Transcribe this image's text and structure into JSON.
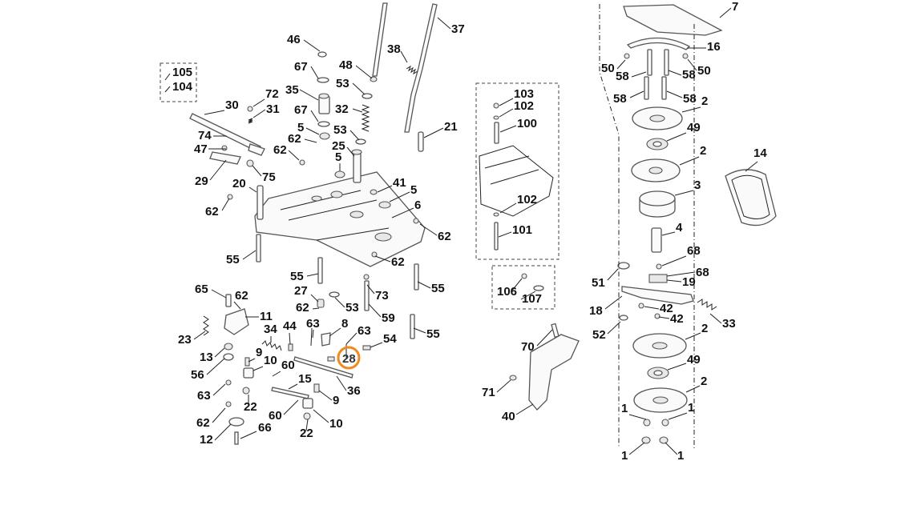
{
  "callouts": [
    {
      "id": "c105",
      "text": "105"
    },
    {
      "id": "c104",
      "text": "104"
    },
    {
      "id": "c30",
      "text": "30"
    },
    {
      "id": "c74",
      "text": "74"
    },
    {
      "id": "c47",
      "text": "47"
    },
    {
      "id": "c29",
      "text": "29"
    },
    {
      "id": "c46",
      "text": "46"
    },
    {
      "id": "c67a",
      "text": "67"
    },
    {
      "id": "c35",
      "text": "35"
    },
    {
      "id": "c72",
      "text": "72"
    },
    {
      "id": "c31",
      "text": "31"
    },
    {
      "id": "c67b",
      "text": "67"
    },
    {
      "id": "c5a",
      "text": "5"
    },
    {
      "id": "c62a",
      "text": "62"
    },
    {
      "id": "c62b",
      "text": "62"
    },
    {
      "id": "c75",
      "text": "75"
    },
    {
      "id": "c25",
      "text": "25"
    },
    {
      "id": "c5b",
      "text": "5"
    },
    {
      "id": "c48",
      "text": "48"
    },
    {
      "id": "c53a",
      "text": "53"
    },
    {
      "id": "c32",
      "text": "32"
    },
    {
      "id": "c53b",
      "text": "53"
    },
    {
      "id": "c38",
      "text": "38"
    },
    {
      "id": "c37",
      "text": "37"
    },
    {
      "id": "c21",
      "text": "21"
    },
    {
      "id": "c20",
      "text": "20"
    },
    {
      "id": "c62c",
      "text": "62"
    },
    {
      "id": "c41",
      "text": "41"
    },
    {
      "id": "c5c",
      "text": "5"
    },
    {
      "id": "c6",
      "text": "6"
    },
    {
      "id": "c62d",
      "text": "62"
    },
    {
      "id": "c55a",
      "text": "55"
    },
    {
      "id": "c62e",
      "text": "62"
    },
    {
      "id": "c55b",
      "text": "55"
    },
    {
      "id": "c55c",
      "text": "55"
    },
    {
      "id": "c65",
      "text": "65"
    },
    {
      "id": "c62f",
      "text": "62"
    },
    {
      "id": "c27",
      "text": "27"
    },
    {
      "id": "c62g",
      "text": "62"
    },
    {
      "id": "c53c",
      "text": "53"
    },
    {
      "id": "c73",
      "text": "73"
    },
    {
      "id": "c59",
      "text": "59"
    },
    {
      "id": "c11",
      "text": "11"
    },
    {
      "id": "c34",
      "text": "34"
    },
    {
      "id": "c44",
      "text": "44"
    },
    {
      "id": "c63a",
      "text": "63"
    },
    {
      "id": "c8",
      "text": "8"
    },
    {
      "id": "c63b",
      "text": "63"
    },
    {
      "id": "c55d",
      "text": "55"
    },
    {
      "id": "c23",
      "text": "23"
    },
    {
      "id": "c54",
      "text": "54"
    },
    {
      "id": "c28",
      "text": "28"
    },
    {
      "id": "c13",
      "text": "13"
    },
    {
      "id": "c9a",
      "text": "9"
    },
    {
      "id": "c10a",
      "text": "10"
    },
    {
      "id": "c56",
      "text": "56"
    },
    {
      "id": "c60a",
      "text": "60"
    },
    {
      "id": "c63c",
      "text": "63"
    },
    {
      "id": "c15",
      "text": "15"
    },
    {
      "id": "c36",
      "text": "36"
    },
    {
      "id": "c22a",
      "text": "22"
    },
    {
      "id": "c9b",
      "text": "9"
    },
    {
      "id": "c62h",
      "text": "62"
    },
    {
      "id": "c60b",
      "text": "60"
    },
    {
      "id": "c10b",
      "text": "10"
    },
    {
      "id": "c12",
      "text": "12"
    },
    {
      "id": "c66",
      "text": "66"
    },
    {
      "id": "c22b",
      "text": "22"
    },
    {
      "id": "c103",
      "text": "103"
    },
    {
      "id": "c102a",
      "text": "102"
    },
    {
      "id": "c100",
      "text": "100"
    },
    {
      "id": "c102b",
      "text": "102"
    },
    {
      "id": "c101",
      "text": "101"
    },
    {
      "id": "c106",
      "text": "106"
    },
    {
      "id": "c107",
      "text": "107"
    },
    {
      "id": "c70",
      "text": "70"
    },
    {
      "id": "c71",
      "text": "71"
    },
    {
      "id": "c40",
      "text": "40"
    },
    {
      "id": "c7",
      "text": "7"
    },
    {
      "id": "c16",
      "text": "16"
    },
    {
      "id": "c50a",
      "text": "50"
    },
    {
      "id": "c50b",
      "text": "50"
    },
    {
      "id": "c58a",
      "text": "58"
    },
    {
      "id": "c58b",
      "text": "58"
    },
    {
      "id": "c58c",
      "text": "58"
    },
    {
      "id": "c58d",
      "text": "58"
    },
    {
      "id": "c2a",
      "text": "2"
    },
    {
      "id": "c49a",
      "text": "49"
    },
    {
      "id": "c2b",
      "text": "2"
    },
    {
      "id": "c3",
      "text": "3"
    },
    {
      "id": "c14",
      "text": "14"
    },
    {
      "id": "c4",
      "text": "4"
    },
    {
      "id": "c51",
      "text": "51"
    },
    {
      "id": "c68a",
      "text": "68"
    },
    {
      "id": "c68b",
      "text": "68"
    },
    {
      "id": "c19",
      "text": "19"
    },
    {
      "id": "c18",
      "text": "18"
    },
    {
      "id": "c42a",
      "text": "42"
    },
    {
      "id": "c42b",
      "text": "42"
    },
    {
      "id": "c33",
      "text": "33"
    },
    {
      "id": "c52",
      "text": "52"
    },
    {
      "id": "c2c",
      "text": "2"
    },
    {
      "id": "c49b",
      "text": "49"
    },
    {
      "id": "c2d",
      "text": "2"
    },
    {
      "id": "c1a",
      "text": "1"
    },
    {
      "id": "c1b",
      "text": "1"
    },
    {
      "id": "c1c",
      "text": "1"
    },
    {
      "id": "c1d",
      "text": "1"
    }
  ],
  "selected_callout": "28",
  "colors": {
    "highlight": "#f18a1e",
    "line": "#222222",
    "part_fill": "#fafafa"
  }
}
